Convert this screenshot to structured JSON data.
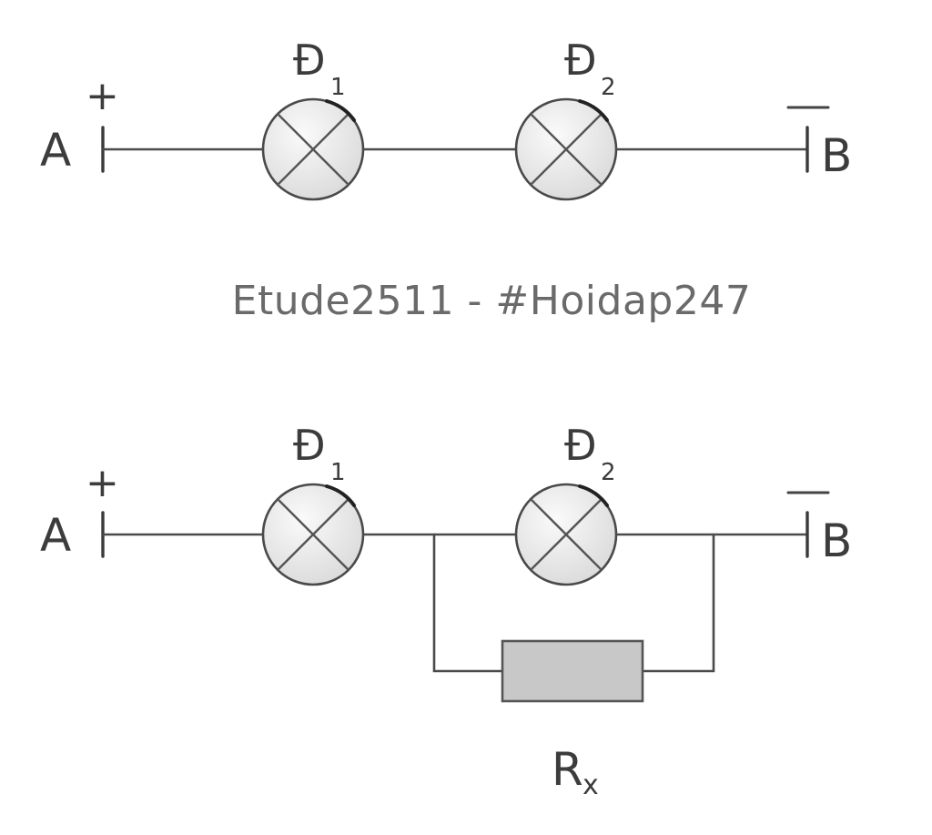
{
  "watermark": "Etude2511 - #Hoidap247",
  "nodes": {
    "a_label": "A",
    "b_label": "B",
    "plus_sign": "+",
    "minus_sign": "−"
  },
  "lamps": {
    "d1": {
      "letter": "Đ",
      "index": "1"
    },
    "d2": {
      "letter": "Đ",
      "index": "2"
    }
  },
  "resistor": {
    "letter": "R",
    "subscript": "x"
  },
  "colors": {
    "wire": "#4a4a4a",
    "lamp_fill": "#e6e6e6",
    "resistor_fill": "#c8c8c8"
  }
}
